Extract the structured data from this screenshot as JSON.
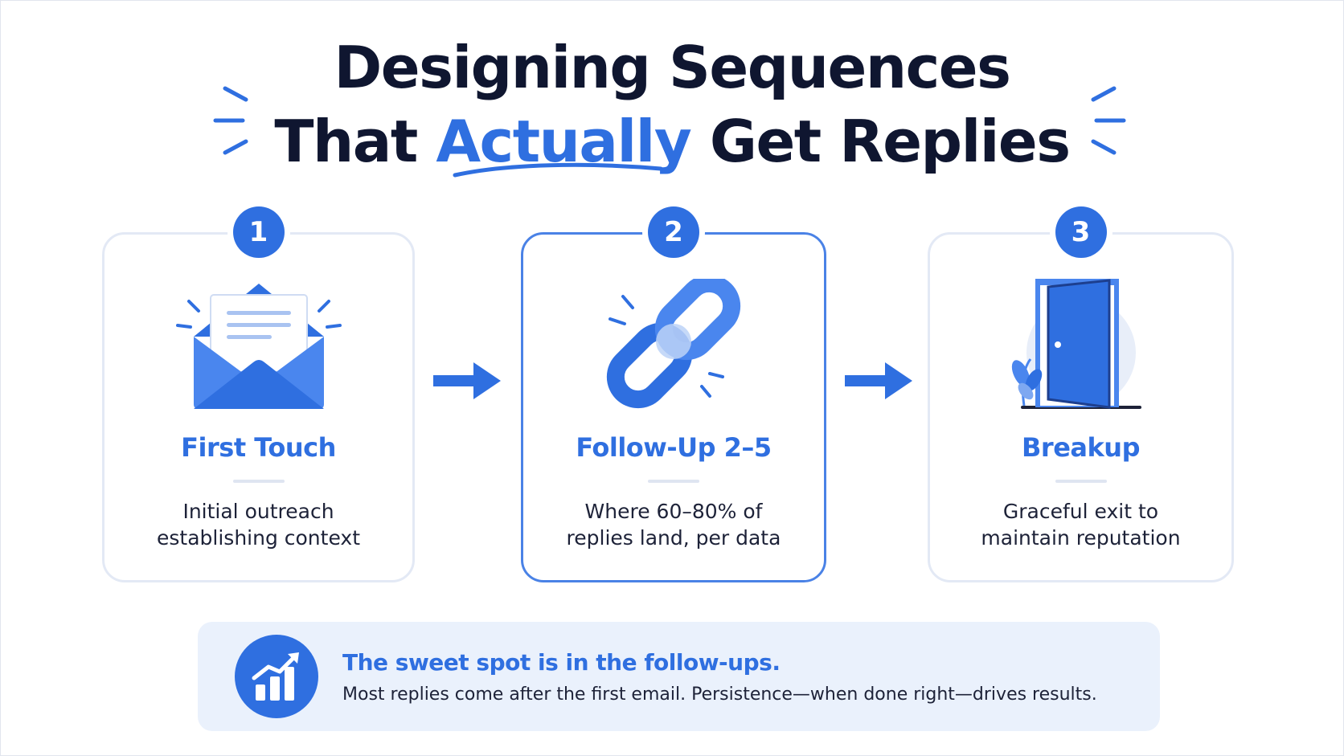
{
  "title": {
    "line1": "Designing Sequences",
    "line2_before": "That ",
    "line2_accent": "Actually",
    "line2_after": " Get Replies"
  },
  "steps": [
    {
      "number": "1",
      "title": "First Touch",
      "desc_line1": "Initial outreach",
      "desc_line2": "establishing context",
      "icon": "envelope-icon"
    },
    {
      "number": "2",
      "title": "Follow-Up 2–5",
      "desc_line1": "Where 60–80% of",
      "desc_line2": "replies land, per data",
      "icon": "chain-link-icon"
    },
    {
      "number": "3",
      "title": "Breakup",
      "desc_line1": "Graceful exit to",
      "desc_line2": "maintain reputation",
      "icon": "open-door-icon"
    }
  ],
  "callout": {
    "heading": "The sweet spot is in the follow-ups.",
    "body": "Most replies come after the first email. Persistence—when done right—drives results.",
    "icon": "growth-chart-icon"
  },
  "colors": {
    "accent": "#2f6fe0",
    "title": "#0f1630",
    "card_border": "#e3e9f5",
    "active_border": "#4a82e6",
    "callout_bg": "#eaf1fc"
  }
}
